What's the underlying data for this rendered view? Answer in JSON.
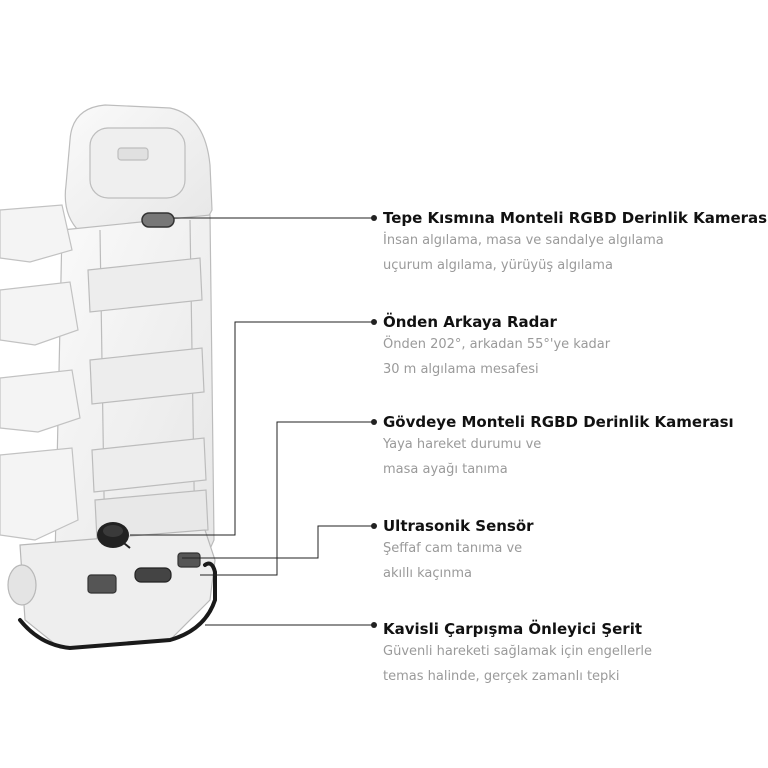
{
  "features": [
    {
      "title": "Tepe Kısmına Monteli RGBD Derinlik Kamerası",
      "lines": [
        "İnsan algılama, masa ve sandalye algılama",
        "uçurum algılama, yürüyüş algılama"
      ]
    },
    {
      "title": "Önden Arkaya Radar",
      "lines": [
        "Önden 202°, arkadan 55°'ye kadar",
        "30 m algılama mesafesi"
      ]
    },
    {
      "title": "Gövdeye Monteli RGBD Derinlik Kamerası",
      "lines": [
        "Yaya hareket durumu  ve",
        "masa ayağı tanıma"
      ]
    },
    {
      "title": "Ultrasonik Sensör",
      "lines": [
        "Şeffaf cam tanıma ve",
        "akıllı kaçınma"
      ]
    },
    {
      "title": "Kavisli Çarpışma Önleyici Şerit",
      "lines": [
        "Güvenli hareketi sağlamak için engellerle",
        "temas halinde, gerçek zamanlı tepki"
      ]
    }
  ],
  "colors": {
    "title": "#111111",
    "description": "#9a9a9a",
    "leader_line": "#222222",
    "robot_outline": "#bdbdbd",
    "robot_fill": "#f2f2f2",
    "strip": "#1a1a1a"
  },
  "icons": [
    "top-camera-icon",
    "radar-sensor-icon",
    "body-camera-icon",
    "ultrasonic-sensor-icon",
    "collision-strip-icon"
  ]
}
